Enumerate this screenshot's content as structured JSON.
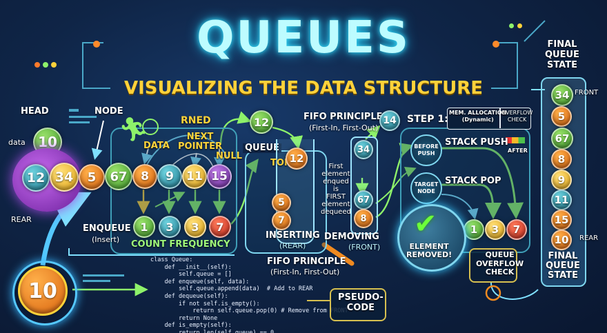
{
  "title": "QUEUES",
  "subtitle": "VISUALIZING THE DATA STRUCTURE",
  "labels": {
    "head": "HEAD",
    "node": "NODE",
    "data_left": "data",
    "rear_left": "REAR",
    "rned": "RNED",
    "data": "DATA",
    "next_pointer": "NEXT\nPOINTER",
    "null": "NULL",
    "enqueue": "ENQUEUE",
    "insert": "(Insert)",
    "count_frequency": "COUNT FREQUENCY",
    "queue": "QUEUE",
    "top": "TOP",
    "inserting": "INSERTING",
    "inserting_sub": "(REAR)",
    "fifo_top": "FIFO PRINCIPLE",
    "fifo_top_sub": "(First-In, First-Out)",
    "fifo_bottom": "FIFO PRINCIPLE",
    "fifo_bottom_sub": "(First-In, First-Out)",
    "first_enqueued": "First\nelement\nenqued\nis\nFIRST\nelement\ndequeed",
    "demoving": "DEMOVING",
    "demoving_sub": "(FRONT)",
    "step1": "STEP 1:",
    "mem_alloc": "MEM. ALLOCATION\n(Dynamic)",
    "overflow_check_small": "OVERFLOW\nCHECK",
    "after": "AFTER",
    "before_push": "BEFORE\nPUSH",
    "stack_push": "STACK PUSH",
    "target_node": "TARGET\nNODE",
    "stack_pop": "STACK POP",
    "element_removed": "ELEMENT\nREMOVED!",
    "queue_overflow": "QUEUE\nOVERFLOW\nCHECK",
    "pseudo_code": "PSEUDO-\nCODE",
    "final_queue_top": "FINAL\nQUEUE\nSTATE",
    "final_queue_bottom": "FINAL\nQUEUE\nSTATE",
    "front_right": "FRONT",
    "rear_right": "REAR"
  },
  "nodes": {
    "head": "10",
    "main_queue": [
      "12",
      "34",
      "5",
      "67",
      "8",
      "9",
      "11",
      "15"
    ],
    "count_row": [
      "1",
      "3",
      "3",
      "7"
    ],
    "queue_top": "12",
    "queue_tube": [
      "12",
      "5",
      "7"
    ],
    "fifo_chain": [
      "14",
      "34",
      "67",
      "8"
    ],
    "pop_row": [
      "1",
      "3",
      "7"
    ],
    "big_input": "10",
    "final_state": [
      "34",
      "5",
      "67",
      "8",
      "9",
      "11",
      "15",
      "10"
    ]
  },
  "code": "class Queue:\n    def __init__(self):\n        self.queue = []\n    def enqueue(self, data):\n        self.queue.append(data)  # Add to REAR\n    def dequeue(self):\n        if not self.is_empty():\n            return self.queue.pop(0) # Remove from FRONT\n        return None\n    def is_empty(self):\n        return len(self.queue) == 0",
  "colors": {
    "title": "#bdfcff",
    "subtitle": "#ffd23a",
    "accent": "#3f9fb8"
  }
}
